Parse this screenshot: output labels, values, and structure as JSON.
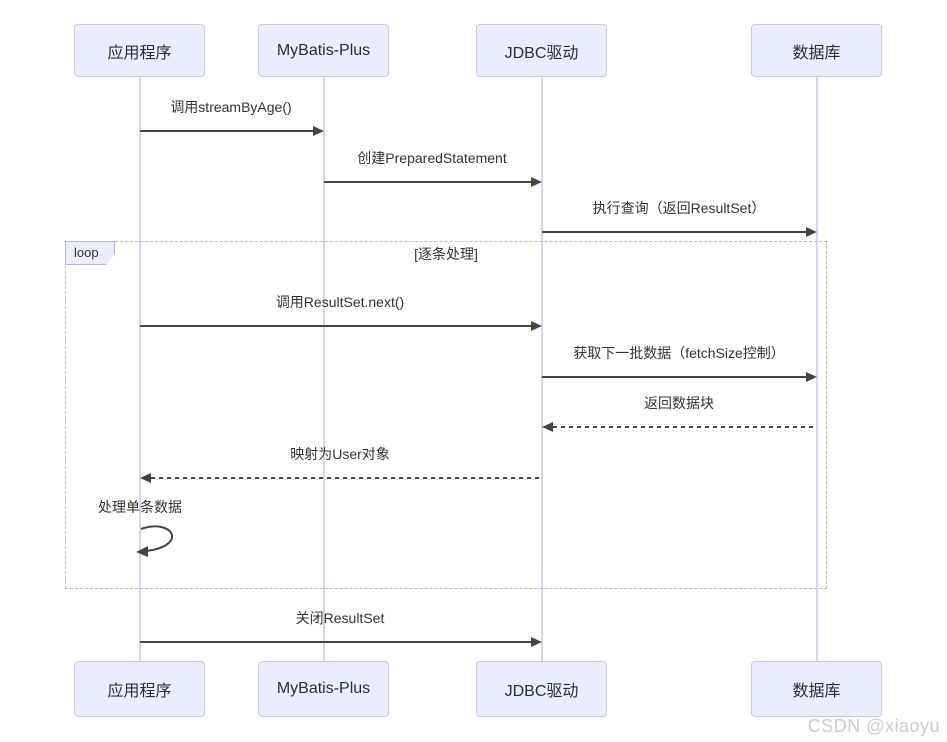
{
  "diagram_type": "sequence-diagram",
  "actors": [
    {
      "id": "app",
      "label": "应用程序"
    },
    {
      "id": "mybatis",
      "label": "MyBatis-Plus"
    },
    {
      "id": "jdbc",
      "label": "JDBC驱动"
    },
    {
      "id": "db",
      "label": "数据库"
    }
  ],
  "messages": [
    {
      "text": "调用streamByAge()",
      "from": "应用程序",
      "to": "MyBatis-Plus",
      "style": "solid"
    },
    {
      "text": "创建PreparedStatement",
      "from": "MyBatis-Plus",
      "to": "JDBC驱动",
      "style": "solid"
    },
    {
      "text": "执行查询（返回ResultSet）",
      "from": "JDBC驱动",
      "to": "数据库",
      "style": "solid"
    },
    {
      "text": "调用ResultSet.next()",
      "from": "应用程序",
      "to": "JDBC驱动",
      "style": "solid"
    },
    {
      "text": "获取下一批数据（fetchSize控制）",
      "from": "JDBC驱动",
      "to": "数据库",
      "style": "solid"
    },
    {
      "text": "返回数据块",
      "from": "数据库",
      "to": "JDBC驱动",
      "style": "dashed"
    },
    {
      "text": "映射为User对象",
      "from": "JDBC驱动",
      "to": "应用程序",
      "style": "dashed"
    },
    {
      "text": "处理单条数据",
      "from": "应用程序",
      "to": "应用程序",
      "style": "self"
    },
    {
      "text": "关闭ResultSet",
      "from": "应用程序",
      "to": "JDBC驱动",
      "style": "solid"
    }
  ],
  "loop": {
    "label": "loop",
    "condition": "[逐条处理]"
  },
  "watermark": "CSDN @xiaoyu",
  "colors": {
    "actor_fill": "#ECECFF",
    "actor_border": "#c9c9e8",
    "lifeline": "#d9d4f0",
    "message_line": "#444444",
    "loop_border": "#b6b6d8",
    "text": "#333333",
    "watermark": "#cdcdcd"
  }
}
